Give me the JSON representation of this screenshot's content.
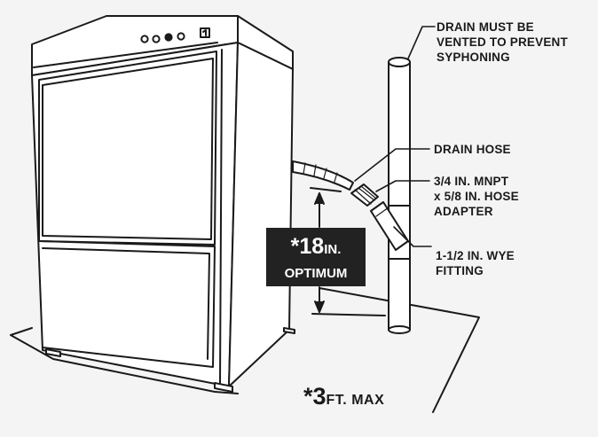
{
  "labels": {
    "vent_line1": "DRAIN MUST BE",
    "vent_line2": "VENTED TO PREVENT",
    "vent_line3": "SYPHONING",
    "drain_hose": "DRAIN HOSE",
    "adapter_line1": "3/4 IN. MNPT",
    "adapter_line2": "x 5/8 IN. HOSE",
    "adapter_line3": "ADAPTER",
    "wye_line1": "1-1/2 IN. WYE",
    "wye_line2": "FITTING"
  },
  "height_badge": {
    "value": "*18",
    "unit": "IN.",
    "note": "OPTIMUM"
  },
  "distance_badge": {
    "value": "*3",
    "unit": "FT. MAX"
  },
  "colors": {
    "outline": "#1a1a1a",
    "fill": "#ffffff",
    "background": "#f4f4f4",
    "badge": "#222222"
  }
}
